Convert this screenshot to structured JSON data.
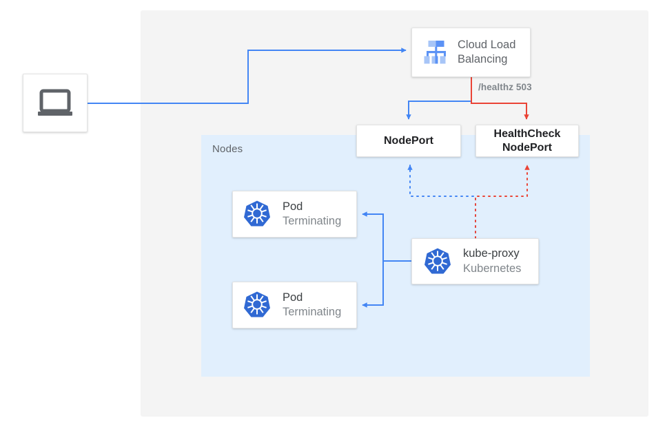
{
  "diagram": {
    "outer_region_name": "cloud-region",
    "nodes_region": {
      "label": "Nodes"
    },
    "client": {
      "icon": "laptop-icon"
    },
    "load_balancer": {
      "icon": "cloud-load-balancing-icon",
      "title": "Cloud Load",
      "subtitle": "Balancing"
    },
    "nodeport": {
      "label": "NodePort"
    },
    "healthcheck_nodeport": {
      "line1": "HealthCheck",
      "line2": "NodePort"
    },
    "healthz_annotation": "/healthz 503",
    "pods": [
      {
        "icon": "kubernetes-icon",
        "title": "Pod",
        "status": "Terminating"
      },
      {
        "icon": "kubernetes-icon",
        "title": "Pod",
        "status": "Terminating"
      }
    ],
    "kube_proxy": {
      "icon": "kubernetes-icon",
      "title": "kube-proxy",
      "subtitle": "Kubernetes"
    },
    "colors": {
      "traffic_blue": "#4285f4",
      "health_red": "#ea4335",
      "nodes_region_bg": "#e1effd",
      "outer_region_bg": "#f4f4f4",
      "kubernetes_blue": "#3069d3",
      "icon_gray": "#5f6368",
      "text_primary": "#3c4043",
      "text_secondary": "#80868b"
    }
  }
}
